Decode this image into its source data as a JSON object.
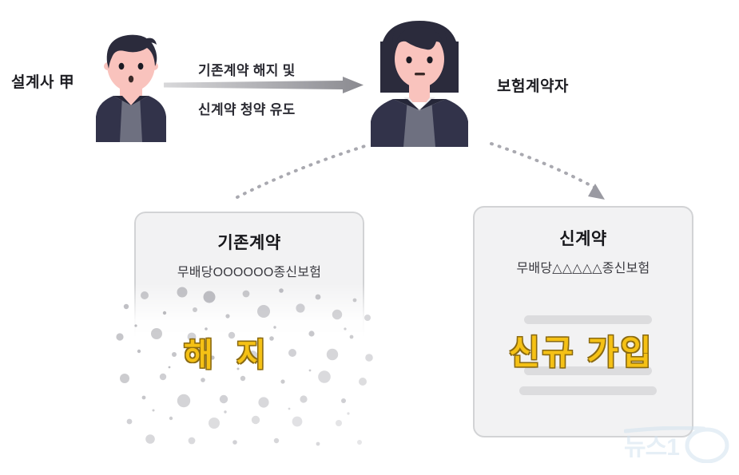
{
  "diagram": {
    "actors": {
      "agent": {
        "label": "설계사 甲",
        "figure_name": "male-agent-avatar"
      },
      "policyholder": {
        "label": "보험계약자",
        "figure_name": "female-policyholder-avatar"
      }
    },
    "flow_arrow": {
      "caption_top": "기존계약 해지 및",
      "caption_bottom": "신계약 청약 유도",
      "direction": "left-to-right"
    },
    "cards": [
      {
        "id": "existing-contract",
        "title": "기존계약",
        "subtitle": "무배당OOOOOO종신보험",
        "stamp": "해 지",
        "state": "dissolving"
      },
      {
        "id": "new-contract",
        "title": "신계약",
        "subtitle": "무배당△△△△△종신보험",
        "stamp": "신규 가입",
        "state": "active"
      }
    ],
    "connectors": [
      {
        "id": "existing-to-policyholder",
        "style": "dotted-curve",
        "arrowhead": false,
        "from": "existing-contract",
        "to": "policyholder"
      },
      {
        "id": "policyholder-to-new",
        "style": "dotted-curve",
        "arrowhead": true,
        "from": "policyholder",
        "to": "new-contract"
      }
    ],
    "watermark": {
      "text": "뉴스1"
    },
    "colors": {
      "stamp_fill": "#f5c115",
      "stamp_outline": "#8a6a12",
      "card_bg": "#f2f2f3",
      "card_border": "#d2d3d5",
      "skin": "#f9c3bd",
      "hair": "#2b2b3c",
      "suit": "#32334a",
      "shirt": "#6e7080",
      "arrow_gray": "#9a9a9f",
      "watermark": "#cfe1ef",
      "text_dark": "#1d1d22"
    }
  }
}
